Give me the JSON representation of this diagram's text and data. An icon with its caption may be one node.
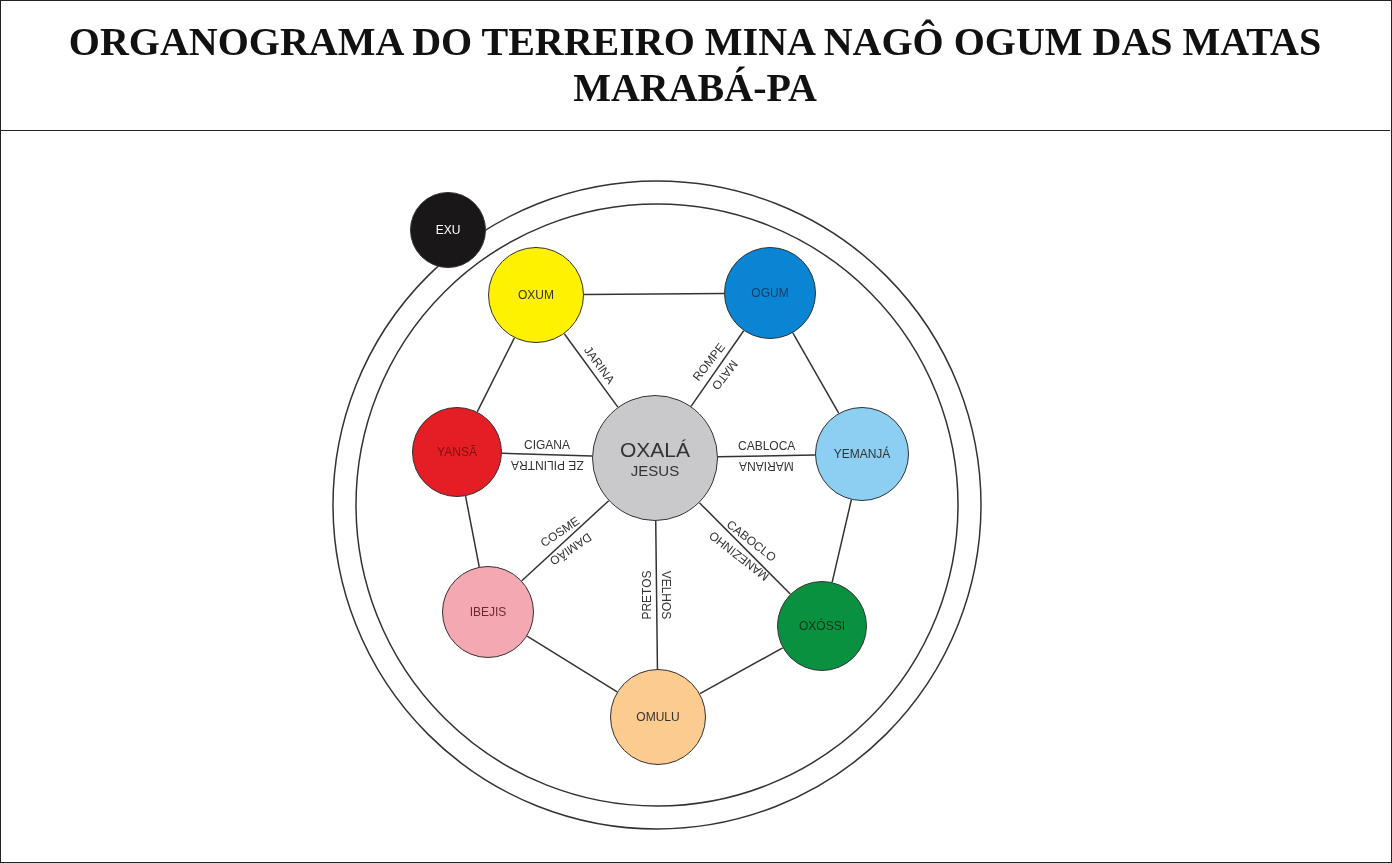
{
  "diagram": {
    "title": "ORGANOGRAMA DO TERREIRO MINA NAGÔ OGUM DAS MATAS MARABÁ-PA",
    "nodes": [
      {
        "text": [
          "EXU"
        ]
      },
      {
        "text": [
          "OXUM"
        ]
      },
      {
        "text": [
          "OGUM"
        ]
      },
      {
        "text": [
          "YANSÃ"
        ]
      },
      {
        "text": [
          "OXALÁ",
          "JESUS"
        ]
      },
      {
        "text": [
          "YEMANJÁ"
        ]
      },
      {
        "text": [
          "IBEJIS"
        ]
      },
      {
        "text": [
          "OXÓSSI"
        ]
      },
      {
        "text": [
          "OMULU"
        ]
      }
    ],
    "edges": [
      {
        "from": 1,
        "to": 2,
        "arrow": "none"
      },
      {
        "from": 2,
        "to": 5,
        "arrow": "none"
      },
      {
        "from": 5,
        "to": 7,
        "arrow": "none"
      },
      {
        "from": 7,
        "to": 8,
        "arrow": "none"
      },
      {
        "from": 8,
        "to": 6,
        "arrow": "none"
      },
      {
        "from": 6,
        "to": 3,
        "arrow": "none"
      },
      {
        "from": 3,
        "to": 1,
        "arrow": "none"
      },
      {
        "from": 4,
        "to": 1,
        "arrow": "none",
        "label": "JARINA"
      },
      {
        "from": 4,
        "to": 2,
        "arrow": "none",
        "label": "ROMPE"
      },
      {
        "from": 4,
        "to": 3,
        "arrow": "none",
        "label": "CIGANA"
      },
      {
        "from": 4,
        "to": 5,
        "arrow": "none",
        "label": "CABLOCA"
      },
      {
        "from": 4,
        "to": 6,
        "arrow": "none",
        "label": "COSME"
      },
      {
        "from": 4,
        "to": 7,
        "arrow": "none",
        "label": "CABOCLO"
      },
      {
        "from": 4,
        "to": 8,
        "arrow": "none",
        "label": "PRETOS"
      }
    ],
    "labels": [
      "MATO",
      "ZE PILINTRA",
      "MARIANA",
      "DAMIÃO",
      "MANEZINHO",
      "VELHOS"
    ]
  }
}
